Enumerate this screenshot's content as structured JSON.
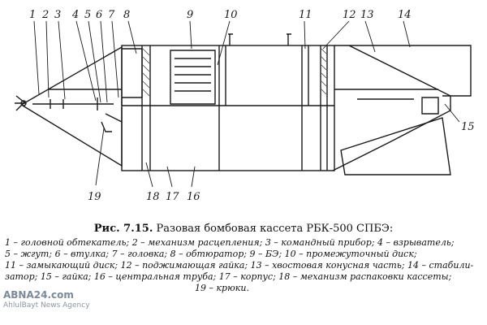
{
  "figure": {
    "callouts": [
      "1",
      "2",
      "3",
      "4",
      "5",
      "6",
      "7",
      "8",
      "9",
      "10",
      "11",
      "12",
      "13",
      "14",
      "15",
      "16",
      "17",
      "18",
      "19"
    ]
  },
  "caption": {
    "label": "Рис. 7.15.",
    "title": "Разовая бомбовая кассета РБК-500 СПБЭ:"
  },
  "legend_lines": [
    "1 – головной обтекатель; 2 – механизм расцепления; 3 – командный прибор; 4 – взрыватель;",
    "5 – жгут; 6 – втулка; 7 – головка; 8 – обтюратор; 9 – БЭ; 10 – промежуточный диск;",
    "11 – замыкающий диск; 12 – поджимающая гайка; 13 – хвостовая конусная часть; 14 – стабили-",
    "затор; 15 – гайка; 16 – центральная труба; 17 – корпус; 18 – механизм распаковки кассеты;",
    "19 – крюки."
  ],
  "watermark": {
    "logo": "ABNA24.com",
    "sub": "AhlulBayt News Agency"
  }
}
